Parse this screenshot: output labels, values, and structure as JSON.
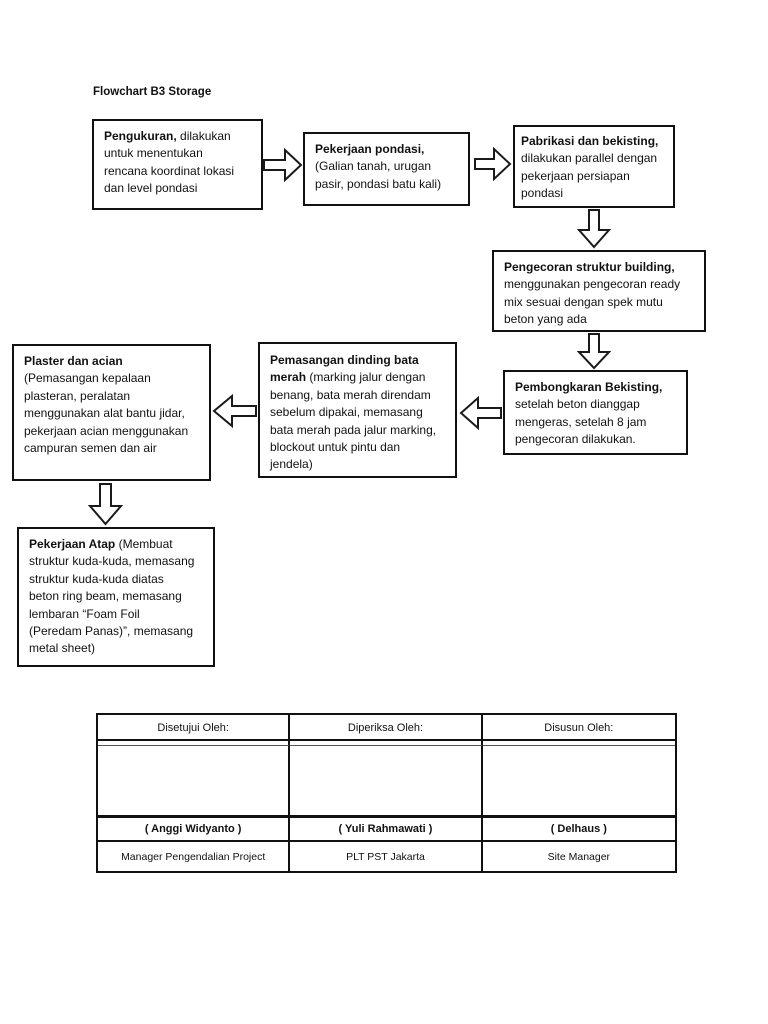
{
  "page": {
    "title": "Flowchart B3 Storage"
  },
  "flowchart": {
    "boxes": [
      {
        "id": "pengukuran",
        "title": "Pengukuran,",
        "body": " dilakukan untuk menentukan rencana koordinat lokasi dan level pondasi"
      },
      {
        "id": "pekerjaan-pondasi",
        "title": "Pekerjaan pondasi,",
        "body": "(Galian tanah, urugan pasir, pondasi batu kali)"
      },
      {
        "id": "pabrikasi-dan-bekisting",
        "title": "Pabrikasi dan bekisting,",
        "body": "dilakukan parallel dengan pekerjaan persiapan pondasi"
      },
      {
        "id": "pengecoran-struktur",
        "title": "Pengecoran struktur building,",
        "body": "menggunakan pengecoran ready mix sesuai dengan spek mutu beton yang ada"
      },
      {
        "id": "pembongkaran-bekisting",
        "title": "Pembongkaran Bekisting,",
        "body": "setelah beton dianggap mengeras, setelah 8 jam pengecoran dilakukan."
      },
      {
        "id": "pemasangan-dinding",
        "title": "Pemasangan dinding bata merah",
        "body": " (marking jalur dengan benang, bata merah direndam sebelum dipakai, memasang bata merah pada jalur marking, blockout untuk pintu dan jendela)"
      },
      {
        "id": "plaster-dan-acian",
        "title": "Plaster dan acian",
        "body": "(Pemasangan kepalaan plasteran, peralatan menggunakan alat bantu jidar, pekerjaan acian menggunakan campuran semen dan air"
      },
      {
        "id": "pekerjaan-atap",
        "title": "Pekerjaan Atap",
        "body": " (Membuat struktur kuda-kuda, memasang struktur kuda-kuda diatas beton ring beam, memasang lembaran “Foam Foil (Peredam Panas)”, memasang metal sheet)"
      }
    ],
    "arrow_icons": [
      "arrow-right-icon",
      "arrow-down-icon",
      "arrow-left-icon"
    ]
  },
  "approval_table": {
    "headers": [
      "Disetujui Oleh:",
      "Diperiksa Oleh:",
      "Disusun Oleh:"
    ],
    "names": [
      "( Anggi Widyanto )",
      "( Yuli Rahmawati )",
      "( Delhaus )"
    ],
    "roles": [
      "Manager Pengendalian Project",
      "PLT PST Jakarta",
      "Site Manager"
    ]
  },
  "colors": {
    "border": "#111111",
    "text": "#111111",
    "background": "#ffffff"
  }
}
